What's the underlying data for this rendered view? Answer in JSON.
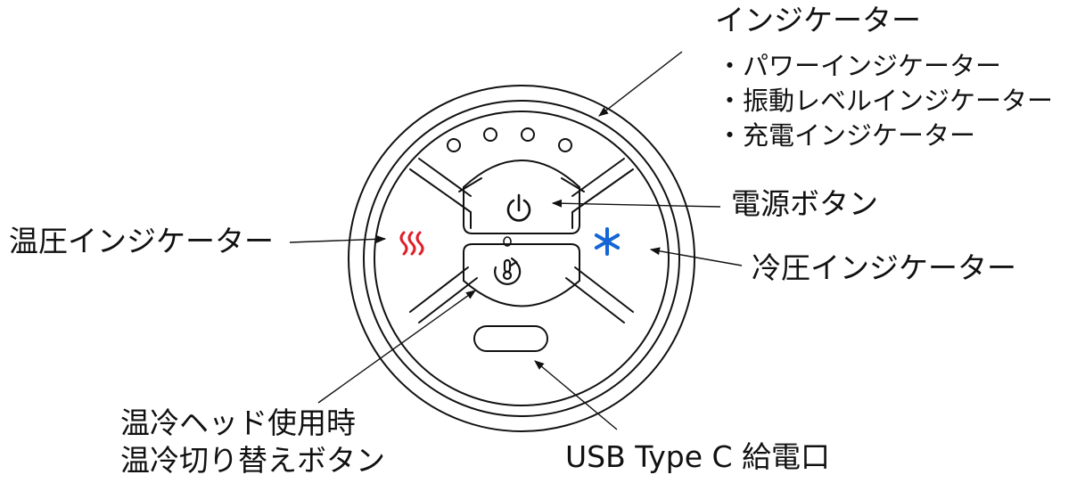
{
  "labels": {
    "indicator_title": "インジケーター",
    "indicator_items": [
      "パワーインジケーター",
      "振動レベルインジケーター",
      "充電インジケーター"
    ],
    "power_button": "電源ボタン",
    "warm_indicator": "温圧インジケーター",
    "cold_indicator": "冷圧インジケーター",
    "switch_button_line1": "温冷ヘッド使用時",
    "switch_button_line2": "温冷切り替えボタン",
    "usb_port": "USB Type C 給電口"
  },
  "device": {
    "level_indicator_dots": 4
  },
  "colors": {
    "line": "#111111",
    "warm": "#e0202a",
    "cold": "#1466d6"
  },
  "icons": {
    "power": "power-icon",
    "thermometer_switch": "thermometer-switch-icon",
    "warm": "heat-waves-icon",
    "cold": "snowflake-icon"
  }
}
